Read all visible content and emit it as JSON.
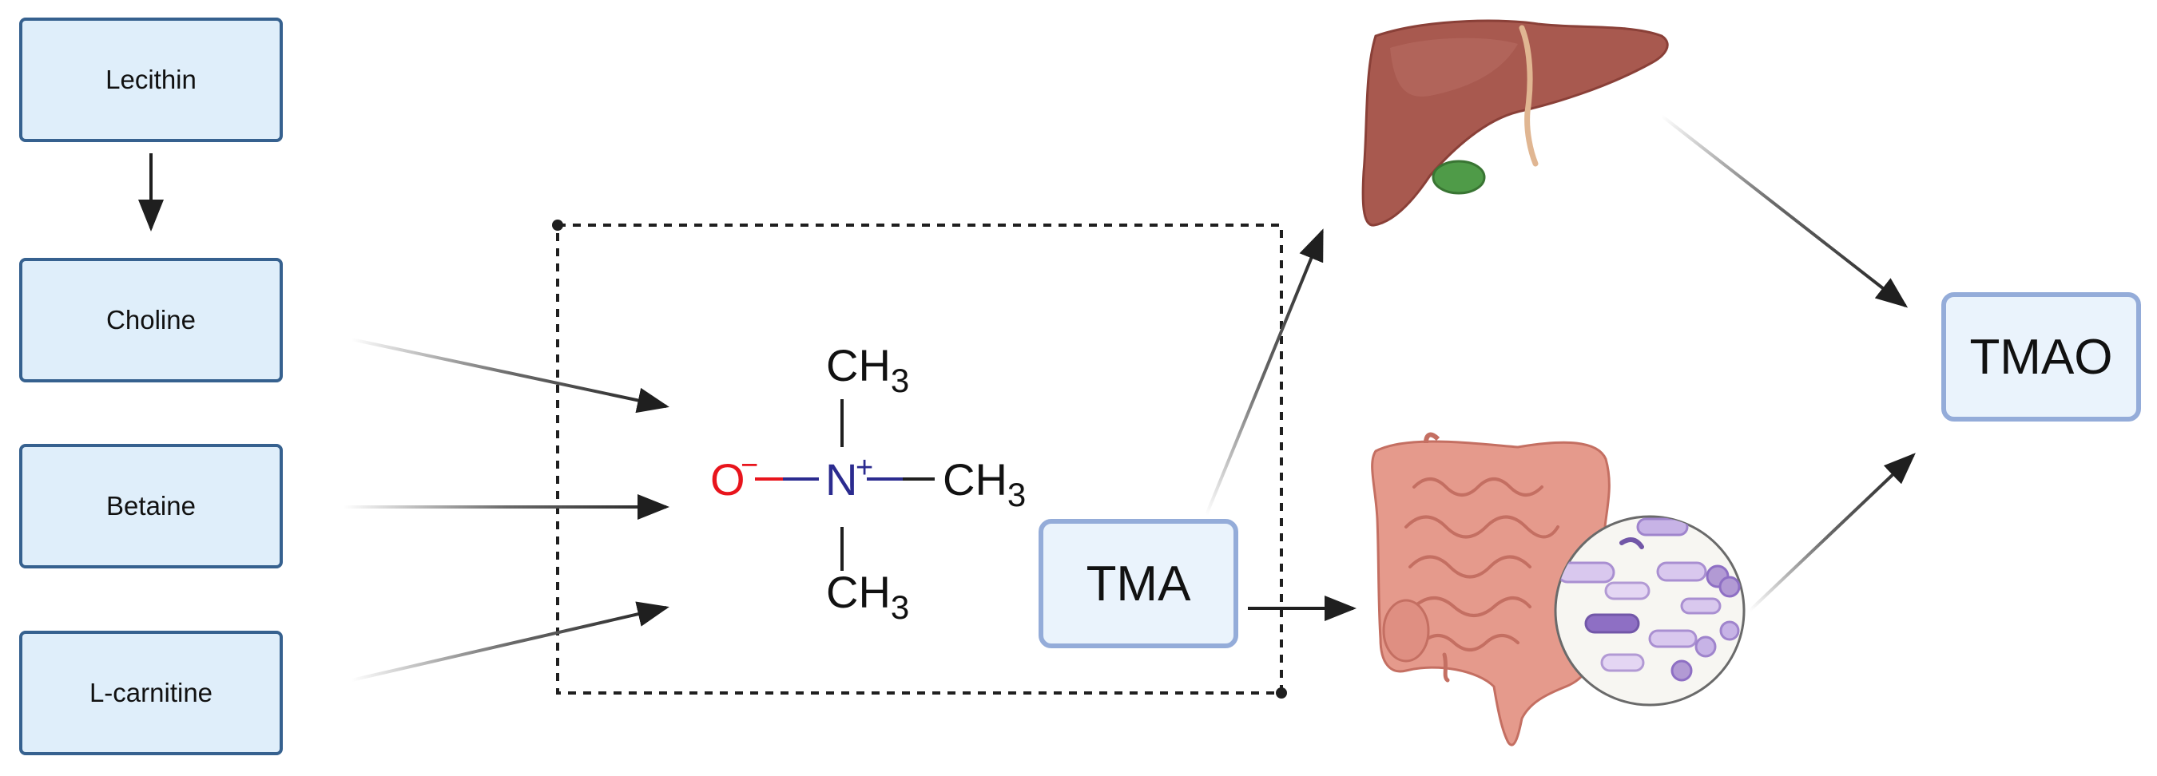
{
  "precursors": {
    "lecithin": "Lecithin",
    "choline": "Choline",
    "betaine": "Betaine",
    "l_carnitine": "L-carnitine"
  },
  "intermediate": {
    "tma": "TMA"
  },
  "product": {
    "tmao": "TMAO"
  },
  "molecule": {
    "oxygen": "O",
    "oxygen_charge": "−",
    "nitrogen": "N",
    "nitrogen_charge": "+",
    "methyl_top": "CH",
    "methyl_right": "CH",
    "methyl_bottom": "CH",
    "methyl_subscript": "3"
  },
  "icons": [
    "liver-icon",
    "intestine-icon",
    "gut-bacteria-icon"
  ],
  "colors": {
    "box_fill": "#dfeefa",
    "box_border": "#36618f",
    "big_box_fill": "#eaf3fc",
    "big_box_border": "#94acd9",
    "oxygen": "#e8141c",
    "nitrogen": "#2b2b8f",
    "arrow": "#1f1f1f",
    "liver": "#a8594f",
    "gallbladder": "#4f9b48",
    "intestine": "#e59a8c",
    "bacteria": "#b29ad4"
  }
}
